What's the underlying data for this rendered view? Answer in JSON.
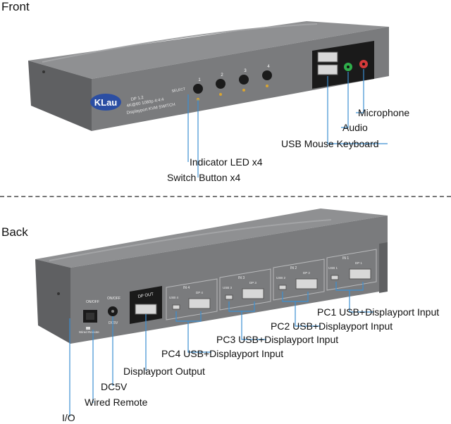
{
  "front": {
    "title": "Front",
    "brand_logo": "KLau",
    "labels": {
      "microphone": "Microphone",
      "audio": "Audio",
      "usb_mouse_keyboard": "USB Mouse Keyboard",
      "indicator_led": "Indicator LED x4",
      "switch_button": "Switch Button x4"
    },
    "select_label": "SELECT",
    "button_numbers": [
      "1",
      "2",
      "3",
      "4"
    ],
    "product_lines": [
      "DP 1.2",
      "4K@60 1080p 4:4:4",
      "Displayport KVM SWITCH"
    ]
  },
  "back": {
    "title": "Back",
    "labels": {
      "pc1": "PC1 USB+Displayport Input",
      "pc2": "PC2 USB+Displayport Input",
      "pc3": "PC3 USB+Displayport Input",
      "pc4": "PC4 USB+Displayport Input",
      "dp_output": "Displayport Output",
      "dc5v": "DC5V",
      "wired_remote": "Wired Remote",
      "io": "I/O"
    },
    "panel_text": {
      "on_off": "ON/OFF",
      "dp_out": "DP OUT",
      "dc5v": "DC5V",
      "wired_remote": "Wired Remote",
      "in_labels": [
        "IN 4",
        "IN 3",
        "IN 2",
        "IN 1"
      ],
      "usb_labels": [
        "USB 4",
        "USB 3",
        "USB 2",
        "USB 1"
      ],
      "dp_labels": [
        "DP 4",
        "DP 3",
        "DP 2",
        "DP 1"
      ]
    }
  },
  "colors": {
    "device_body": "#7b7c7e",
    "device_top": "#8e8f91",
    "port_panel": "#1a1a1a",
    "audio_green": "#2fae4b",
    "mic_red": "#d53a3a",
    "led_amber": "#d9a531",
    "logo_blue": "#2b4ea3",
    "callout_line": "#3c8fd1"
  }
}
